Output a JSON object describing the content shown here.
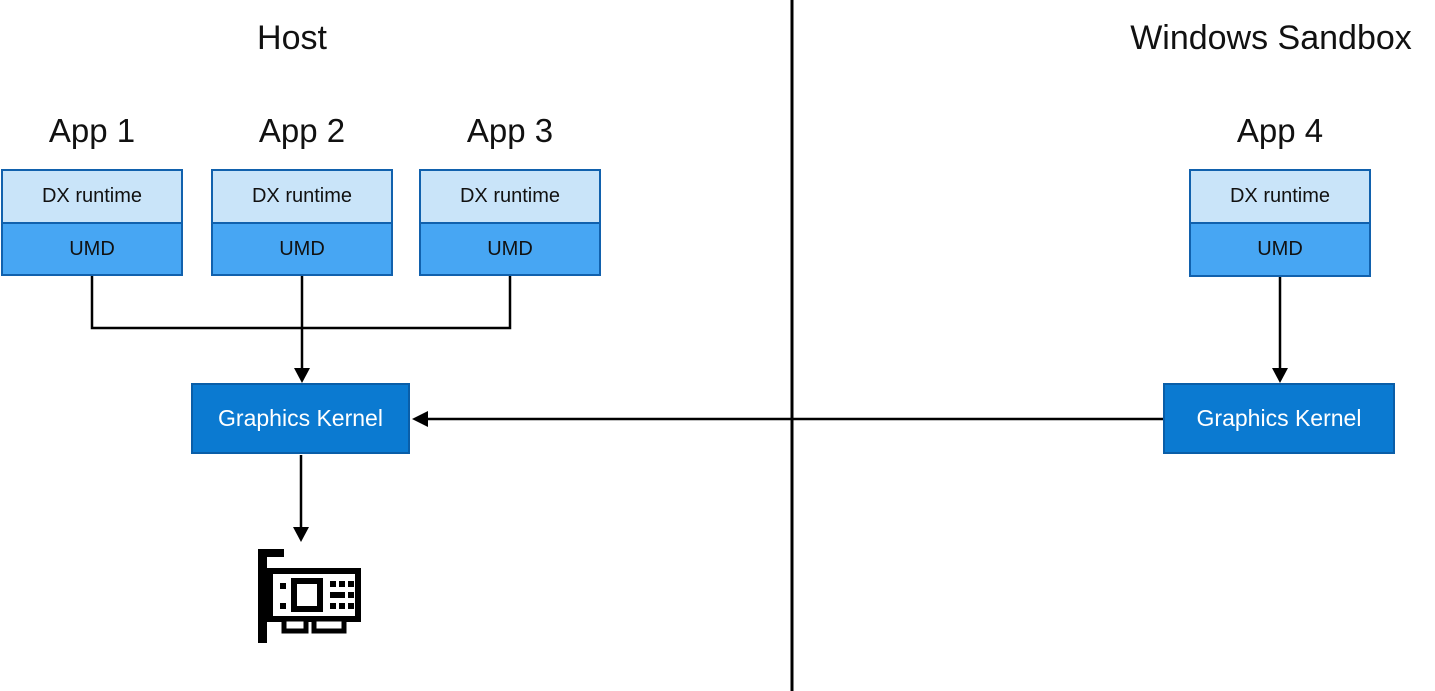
{
  "diagram": {
    "host": {
      "title": "Host",
      "apps": [
        {
          "label": "App 1",
          "layers": [
            "DX runtime",
            "UMD"
          ]
        },
        {
          "label": "App 2",
          "layers": [
            "DX runtime",
            "UMD"
          ]
        },
        {
          "label": "App 3",
          "layers": [
            "DX runtime",
            "UMD"
          ]
        }
      ],
      "kernel_label": "Graphics Kernel"
    },
    "sandbox": {
      "title": "Windows Sandbox",
      "apps": [
        {
          "label": "App 4",
          "layers": [
            "DX runtime",
            "UMD"
          ]
        }
      ],
      "kernel_label": "Graphics Kernel"
    },
    "icons": {
      "gpu": "gpu-card-icon"
    },
    "colors": {
      "dx_fill": "#c9e4f9",
      "umd_fill": "#47a6f3",
      "box_border": "#1161ad",
      "kernel_fill": "#0b7ad1",
      "kernel_border": "#0a5ea8",
      "kernel_text": "#ffffff",
      "line": "#000000"
    }
  }
}
